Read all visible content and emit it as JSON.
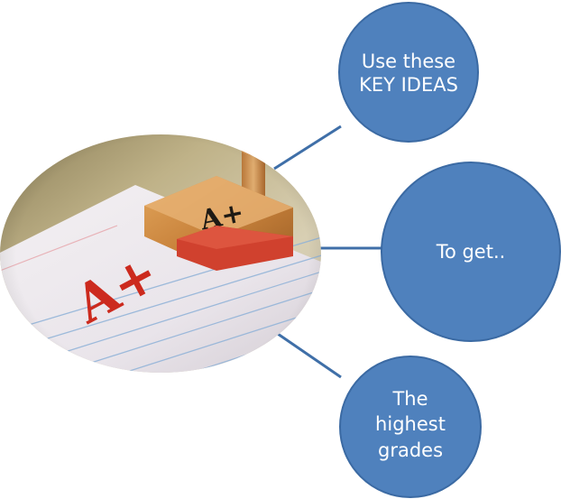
{
  "nodes": [
    {
      "lines": [
        "Use these",
        "KEY IDEAS"
      ]
    },
    {
      "lines": [
        "To get.."
      ]
    },
    {
      "lines": [
        "The",
        "highest",
        "grades"
      ]
    }
  ],
  "image": {
    "paper_mark": "A+",
    "stamp_mark": "A+"
  },
  "colors": {
    "node_fill": "#4f81bd",
    "node_stroke": "#3b6aa3",
    "connector": "#3f6fa8",
    "mark_red": "#cc2a1e"
  }
}
